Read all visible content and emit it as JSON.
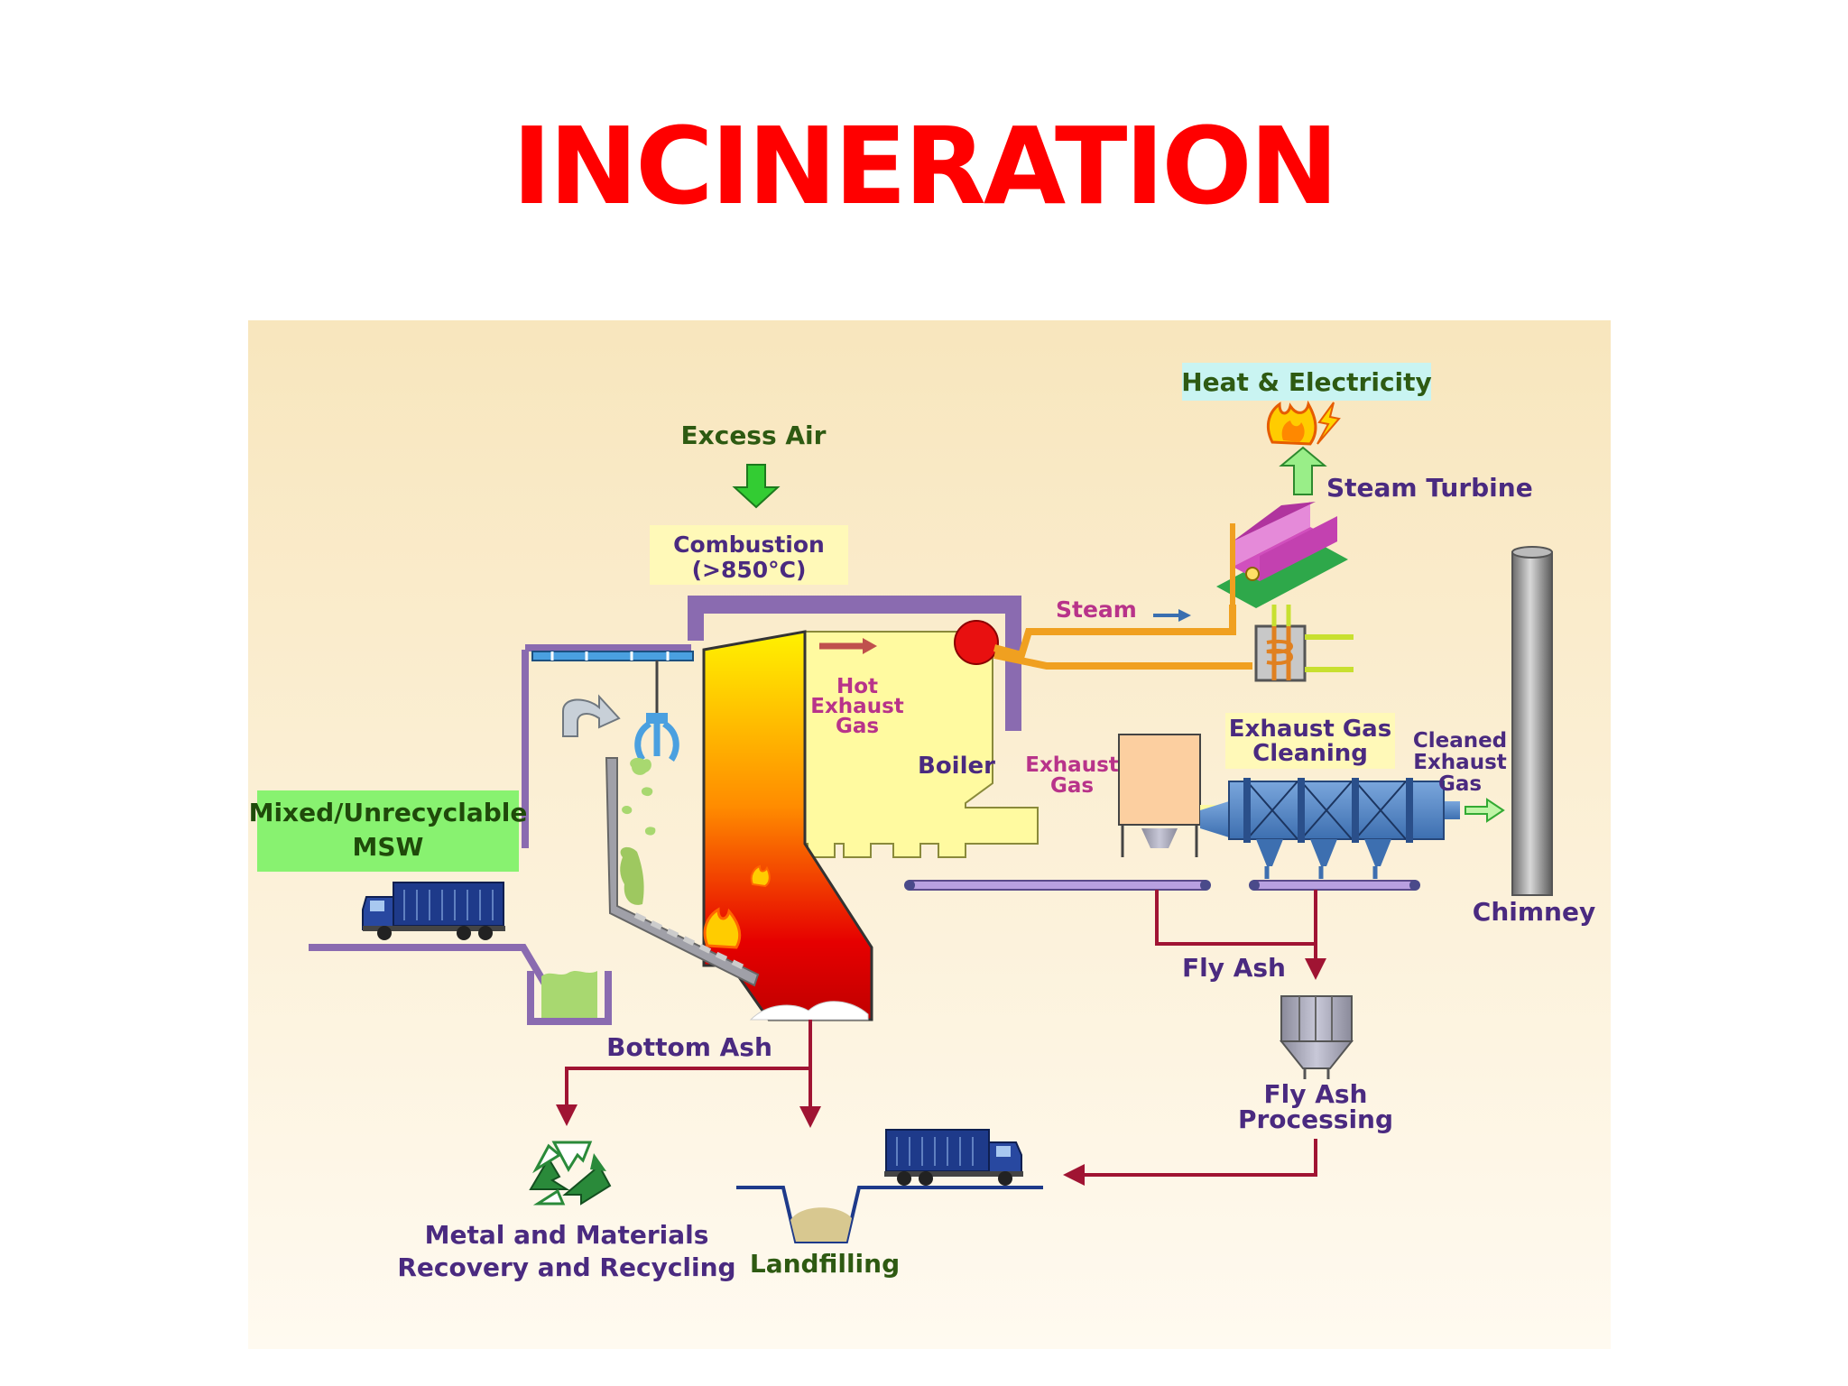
{
  "title": "INCINERATION",
  "labels": {
    "heat_electricity": "Heat & Electricity",
    "excess_air": "Excess Air",
    "steam_turbine": "Steam Turbine",
    "combustion_1": "Combustion",
    "combustion_2": "(>850°C)",
    "steam": "Steam",
    "hot_exhaust_1": "Hot",
    "hot_exhaust_2": "Exhaust",
    "hot_exhaust_3": "Gas",
    "boiler": "Boiler",
    "exhaust_gas_1": "Exhaust",
    "exhaust_gas_2": "Gas",
    "gas_cleaning_1": "Exhaust Gas",
    "gas_cleaning_2": "Cleaning",
    "cleaned_1": "Cleaned",
    "cleaned_2": "Exhaust",
    "cleaned_3": "Gas",
    "msw_1": "Mixed/Unrecyclable",
    "msw_2": "MSW",
    "chimney": "Chimney",
    "fly_ash": "Fly Ash",
    "bottom_ash": "Bottom  Ash",
    "fly_ash_processing_1": "Fly Ash",
    "fly_ash_processing_2": "Processing",
    "recycling_1": "Metal and Materials",
    "recycling_2": "Recovery and Recycling",
    "landfilling": "Landfilling"
  },
  "colors": {
    "title": "#ff0000",
    "panel": "#f9ebc6",
    "furnace_wall": "#8a6bb0",
    "flow_arrow": "#a01433",
    "label_purple": "#5a1a6e",
    "label_magenta": "#b8338a",
    "label_green": "#2e5a12"
  }
}
